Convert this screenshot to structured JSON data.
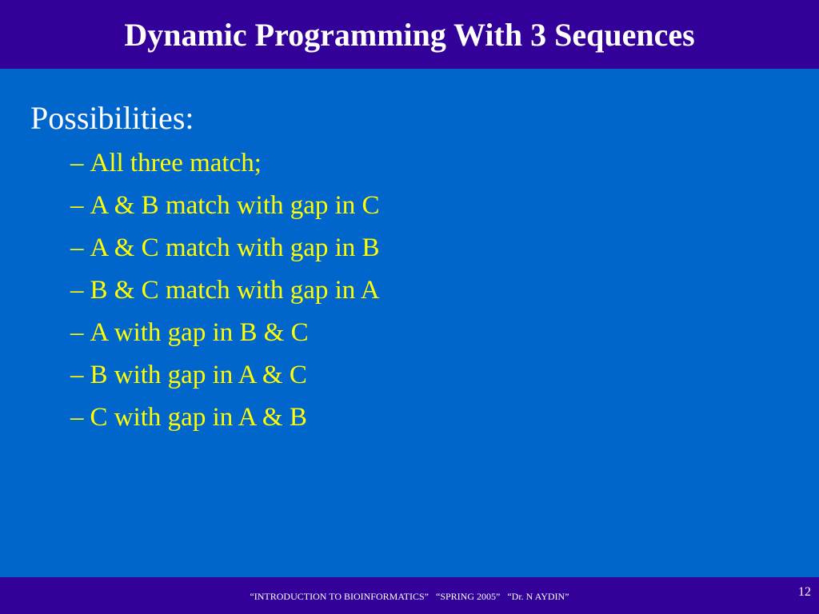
{
  "slide": {
    "title": "Dynamic Programming With 3 Sequences",
    "heading": "Possibilities:",
    "bullet_dash": "–",
    "bullets": [
      "All three match;",
      "A & B match with gap in C",
      "A & C match with gap in B",
      "B & C match with gap in A",
      "A with gap in B & C",
      "B with gap in A & C",
      "C with gap in A & B"
    ],
    "footer": "“INTRODUCTION TO BIOINFORMATICS”   “SPRING 2005”   “Dr. N AYDIN”",
    "page_number": "12"
  },
  "colors": {
    "title_bar": "#330099",
    "background": "#0066cc",
    "heading_text": "#ffffff",
    "bullet_text": "#ffff00"
  }
}
